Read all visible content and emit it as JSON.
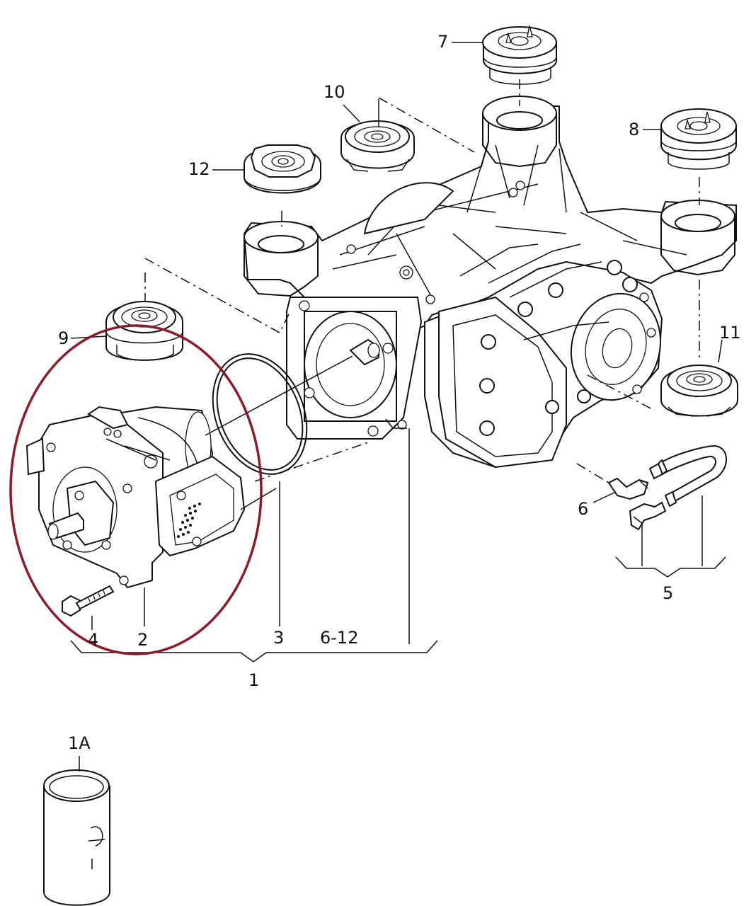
{
  "diagram": {
    "labels": {
      "l1": "1",
      "l1a": "1A",
      "l2": "2",
      "l3": "3",
      "l4": "4",
      "l5": "5",
      "l6": "6",
      "l6_12": "6-12",
      "l7": "7",
      "l8": "8",
      "l9": "9",
      "l10": "10",
      "l11": "11",
      "l12": "12"
    },
    "highlight_color": "#8b1a2b"
  }
}
